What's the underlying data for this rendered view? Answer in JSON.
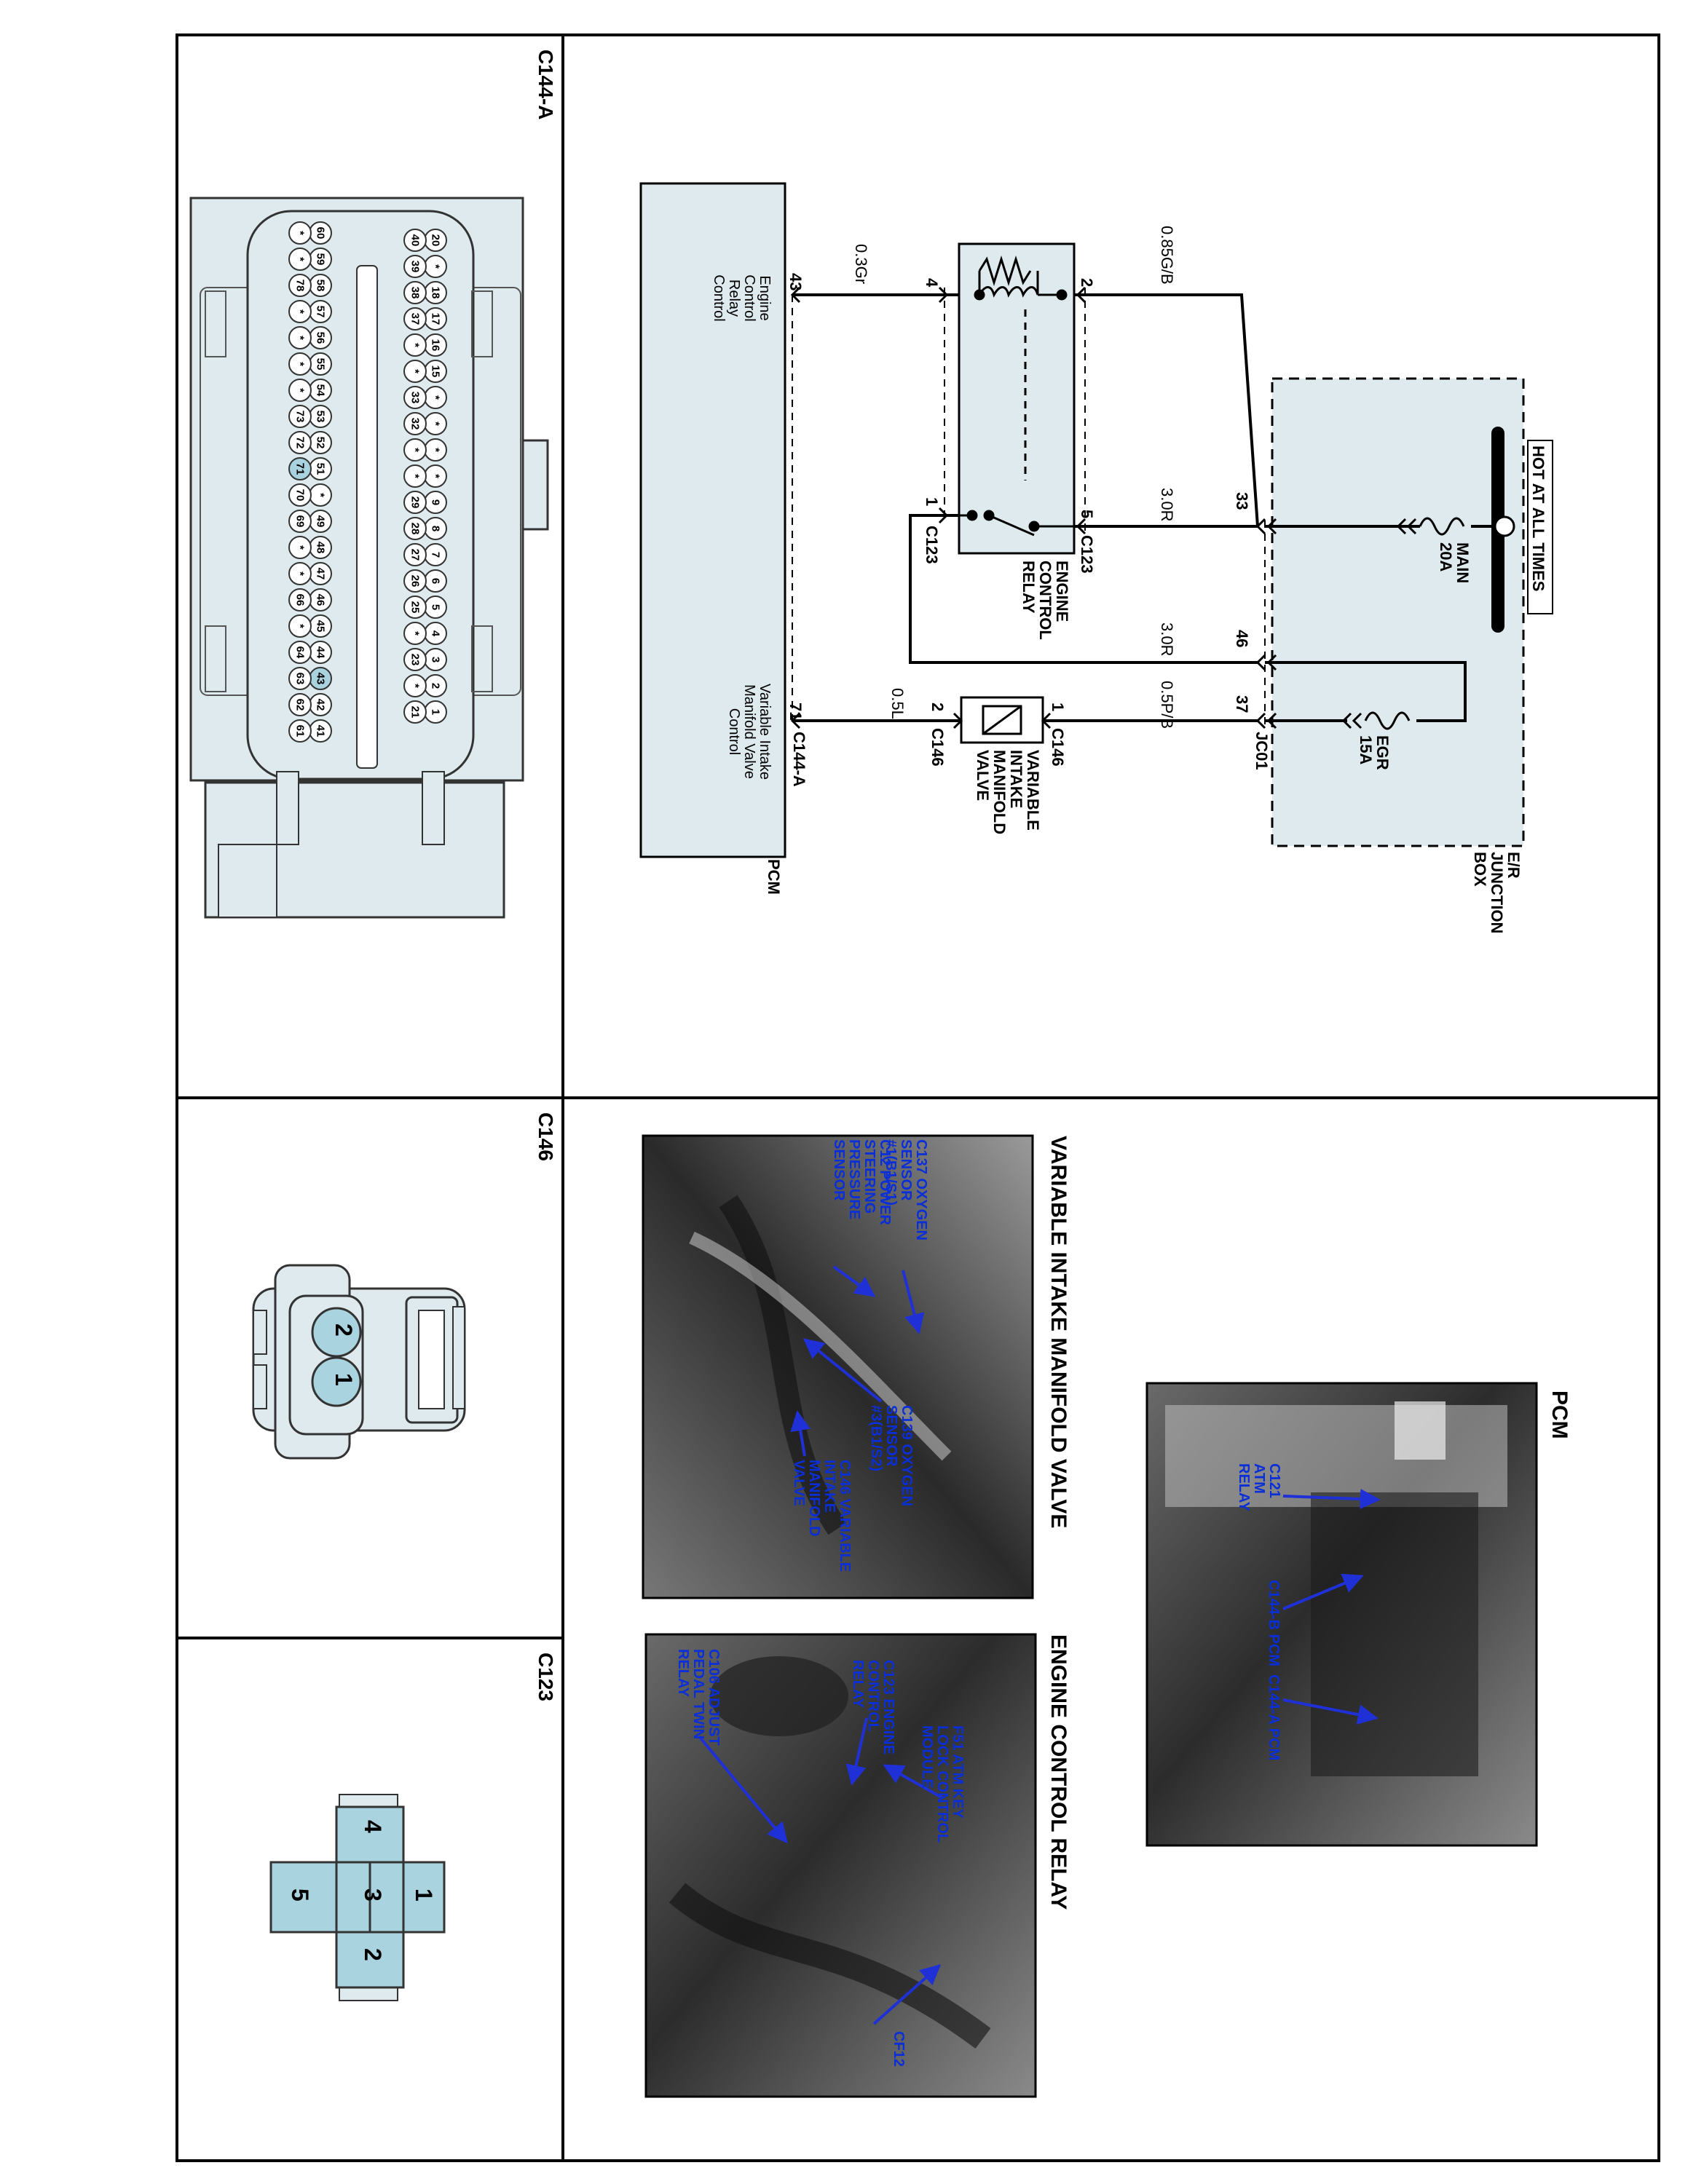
{
  "connectors": {
    "c144a": {
      "title": "C144-A",
      "pin_rows": [
        [
          "20",
          "*",
          "18",
          "17",
          "16",
          "15",
          "*",
          "*",
          "*",
          "*",
          "9",
          "8",
          "7",
          "6",
          "5",
          "4",
          "3",
          "2",
          "1"
        ],
        [
          "40",
          "39",
          "38",
          "37",
          "*",
          "*",
          "33",
          "32",
          "*",
          "*",
          "29",
          "28",
          "27",
          "26",
          "25",
          "*",
          "23",
          "*",
          "21"
        ],
        [
          "60",
          "59",
          "58",
          "57",
          "56",
          "55",
          "54",
          "53",
          "52",
          "51",
          "*",
          "49",
          "48",
          "47",
          "46",
          "45",
          "44",
          "43",
          "42",
          "41"
        ],
        [
          "*",
          "*",
          "78",
          "*",
          "*",
          "*",
          "*",
          "73",
          "72",
          "71",
          "70",
          "69",
          "*",
          "*",
          "66",
          "*",
          "64",
          "63",
          "62",
          "61"
        ]
      ],
      "highlighted_pins": [
        "71",
        "43"
      ]
    },
    "c146": {
      "title": "C146",
      "pins": [
        "2",
        "1"
      ]
    },
    "c123": {
      "title": "C123",
      "pins": [
        "4",
        "3",
        "1",
        "5",
        "2"
      ]
    }
  },
  "schematic": {
    "hot_label": "HOT AT ALL TIMES",
    "junction_box": "E/R JUNCTION BOX",
    "fuse_main": "MAIN 20A",
    "fuse_egr": "EGR 15A",
    "junction_connector": "JC01",
    "junction_pins": [
      "33",
      "46",
      "37"
    ],
    "relay": "ENGINE CONTROL RELAY",
    "relay_connector": "C123",
    "relay_pins": [
      "4",
      "2",
      "1",
      "5"
    ],
    "valve": "VARIABLE INTAKE MANIFOLD VALVE",
    "valve_connector": "C146",
    "valve_pins": [
      "1",
      "2"
    ],
    "pcm": "PCM",
    "pcm_connector": "C144-A",
    "pcm_pins": [
      "43",
      "71"
    ],
    "pcm_functions": [
      "Engine Control Relay Control",
      "Variable Intake Manifold Valve Control"
    ],
    "wires": {
      "w1": "0.3Gr",
      "w2": "0.85G/B",
      "w3": "3.0R",
      "w4": "3.0R",
      "w5": "0.5P/B",
      "w6": "0.5L"
    }
  },
  "photos": {
    "pcm": {
      "title": "PCM",
      "callouts": [
        "C121 ATM RELAY",
        "C144-B PCM",
        "C144-A PCM"
      ]
    },
    "vim": {
      "title": "VARIABLE INTAKE MANIFOLD VALVE",
      "callouts": [
        "C137 OXYGEN SENSOR #1(B1/S1)",
        "C12 POWER STEERING PRESSURE SENSOR",
        "C139 OXYGEN SENSOR #3(B1/S2)",
        "C146 VARIABLE INTAKE MANIFOLD VALVE"
      ]
    },
    "ecr": {
      "title": "ENGINE CONTROL RELAY",
      "callouts": [
        "F51 ATM KEY LOCK CONTROL MODULE",
        "C123 ENGINE CONTROL RELAY",
        "C106 ADJUST PEDAL TWIN RELAY",
        "CF12"
      ]
    }
  },
  "colors": {
    "connector_fill": "#dfeaee",
    "pin_highlight": "#a9d3df",
    "photo_dark": "#3d3d3d",
    "callout_text": "#0a2ed8",
    "arrow": "#1f31d6"
  }
}
